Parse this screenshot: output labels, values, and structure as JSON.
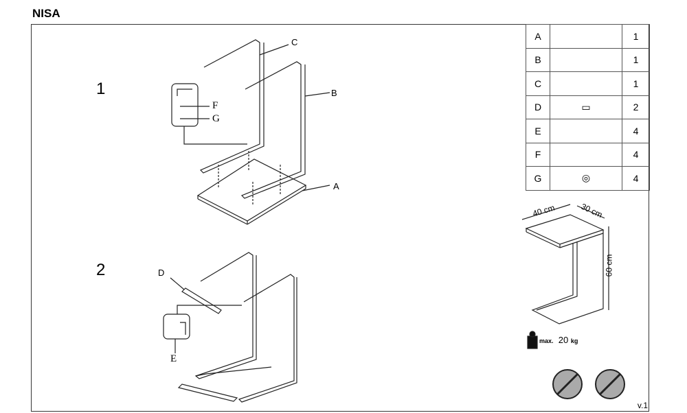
{
  "title": "NISA",
  "steps": [
    "1",
    "2"
  ],
  "parts": [
    {
      "letter": "A",
      "qty": "1"
    },
    {
      "letter": "B",
      "qty": "1"
    },
    {
      "letter": "C",
      "qty": "1"
    },
    {
      "letter": "D",
      "qty": "2"
    },
    {
      "letter": "E",
      "qty": "4"
    },
    {
      "letter": "F",
      "qty": "4"
    },
    {
      "letter": "G",
      "qty": "4"
    }
  ],
  "callouts": {
    "a": "A",
    "b": "B",
    "c": "C",
    "d": "D",
    "e": "E",
    "f": "F",
    "g": "G"
  },
  "dimensions": {
    "width": "40 cm",
    "depth": "30 cm",
    "height": "60 cm"
  },
  "max_load": {
    "prefix": "max.",
    "value": "20",
    "unit": "kg"
  },
  "version": "v.1"
}
